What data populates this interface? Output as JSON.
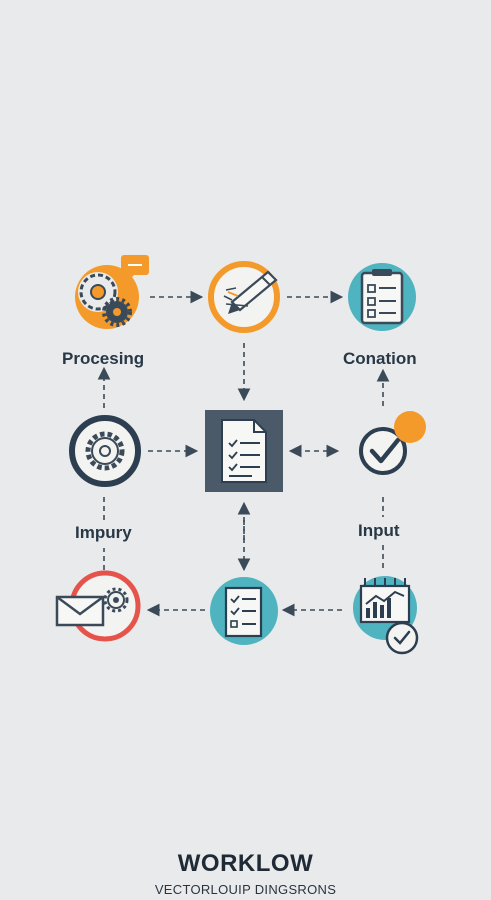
{
  "labels": {
    "processing": "Procesing",
    "conation": "Conation",
    "impury": "Impury",
    "input": "Input"
  },
  "footer": {
    "title": "WORKLOW",
    "subtitle": "VECTORLOUIP DINGSRONS"
  },
  "colors": {
    "background": "#e9eaeb",
    "orange": "#f39a2b",
    "teal": "#4fb3c0",
    "navy": "#2c3e50",
    "red": "#e5534b",
    "slate": "#4b5a68"
  }
}
